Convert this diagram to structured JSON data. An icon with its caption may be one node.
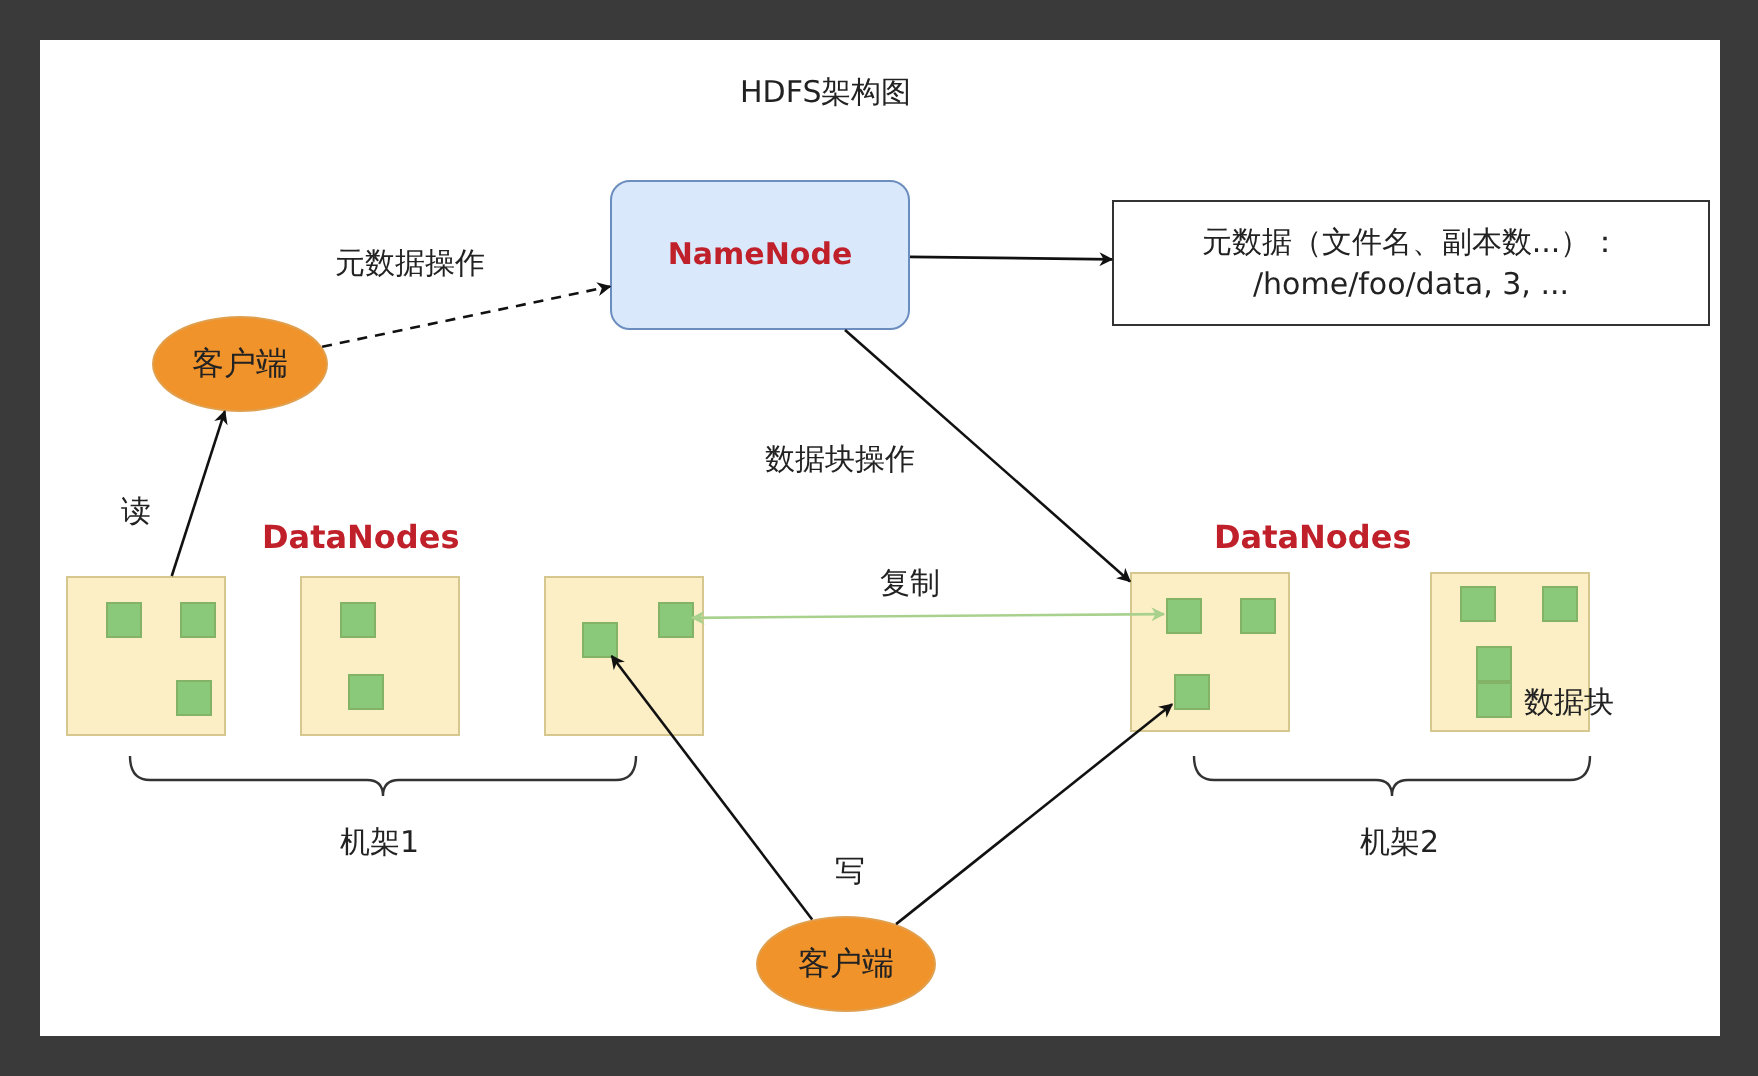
{
  "diagram": {
    "title": "HDFS架构图",
    "nodes": [
      {
        "text": [
          "NameNode"
        ]
      },
      {
        "text": [
          "元数据（文件名、副本数...）：",
          "/home/foo/data, 3, ..."
        ]
      },
      {
        "text": [
          "客户端"
        ]
      },
      {
        "text": [],
        "shape": "box"
      },
      {
        "text": [],
        "shape": "box",
        "in": 3
      },
      {
        "text": [],
        "shape": "box",
        "in": 3
      },
      {
        "text": [],
        "shape": "box",
        "in": 3
      },
      {
        "text": [],
        "shape": "box"
      },
      {
        "text": [],
        "shape": "box",
        "in": 7
      },
      {
        "text": [],
        "shape": "box",
        "in": 7
      },
      {
        "text": [],
        "shape": "box"
      },
      {
        "text": [],
        "shape": "box",
        "in": 10
      },
      {
        "text": [],
        "shape": "box",
        "in": 10
      },
      {
        "text": [],
        "shape": "box"
      },
      {
        "text": [],
        "shape": "box",
        "in": 13
      },
      {
        "text": [],
        "shape": "box",
        "in": 13
      },
      {
        "text": [],
        "shape": "box",
        "in": 13
      },
      {
        "text": [],
        "shape": "box"
      },
      {
        "text": [],
        "shape": "box",
        "in": 17
      },
      {
        "text": [],
        "shape": "box",
        "in": 17
      },
      {
        "text": [],
        "shape": "box",
        "in": 17
      },
      {
        "text": [],
        "shape": "box",
        "in": 17
      },
      {
        "text": [
          "客户端"
        ]
      }
    ],
    "edges": [
      {
        "from": 2,
        "to": 0,
        "arrow": "to",
        "label": "元数据操作",
        "style": "dashed"
      },
      {
        "from": 0,
        "to": 1,
        "arrow": "to"
      },
      {
        "from": 0,
        "to": 13,
        "arrow": "to",
        "label": "数据块操作"
      },
      {
        "from": 3,
        "to": 2,
        "arrow": "to",
        "label": "读"
      },
      {
        "from": 22,
        "to": 11,
        "arrow": "to",
        "label": "写"
      },
      {
        "from": 22,
        "to": 16,
        "arrow": "to"
      },
      {
        "from": 12,
        "to": 14,
        "arrow": "both",
        "label": "复制",
        "color": "#a9d18e"
      }
    ],
    "labels": [
      "DataNodes",
      "DataNodes",
      "数据块",
      "机架1",
      "机架2"
    ]
  }
}
